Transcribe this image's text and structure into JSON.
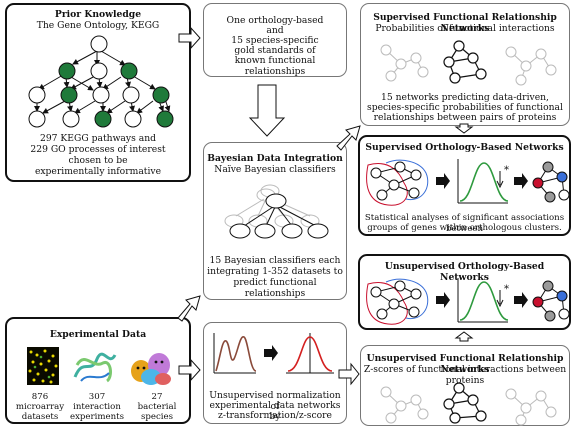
{
  "prior": {
    "title": "Prior Knowledge",
    "subtitle": "The Gene Ontology, KEGG",
    "desc": [
      "297 KEGG pathways and",
      "229 GO processes of interest",
      "chosen to be",
      "experimentally informative"
    ]
  },
  "gold": {
    "lines": [
      "One orthology-based",
      "and",
      "15 species-specific",
      "gold standards of",
      "known functional relationships"
    ]
  },
  "bayes": {
    "title": "Bayesian Data Integration",
    "subtitle": "Naïve Bayesian classifiers",
    "desc": [
      "15 Bayesian classifiers each",
      "integrating 1-352 datasets to",
      "predict functional relationships"
    ]
  },
  "sup_frn": {
    "title": "Supervised Functional Relationship Networks",
    "subtitle": "Probabilities of functional interactions",
    "desc": [
      "15 networks predicting data-driven,",
      "species-specific probabilities of functional",
      "relationships between pairs of proteins"
    ]
  },
  "sup_obn": {
    "title": "Supervised Orthology-Based Networks",
    "desc": [
      "Statistical analyses of significant associations between",
      "groups of genes within orthologous clusters."
    ],
    "star": "*"
  },
  "unsup_obn": {
    "title": "Unsupervised Orthology-Based Networks",
    "star": "*"
  },
  "exp": {
    "title": "Experimental Data",
    "items": [
      {
        "count": "876",
        "label1": "microarray",
        "label2": "datasets"
      },
      {
        "count": "307",
        "label1": "interaction",
        "label2": "experiments"
      },
      {
        "count": "27",
        "label1": "bacterial",
        "label2": "species"
      }
    ]
  },
  "norm": {
    "desc": [
      "Unsupervised normalization of",
      "experimental data networks by",
      "z-transformation/z-score"
    ]
  },
  "unsup_frn": {
    "title": "Unsupervised Functional Relationship Networks",
    "subtitle": "Z-scores of functional interactions between proteins"
  },
  "colors": {
    "go_green": "#1f7a3a",
    "node_red": "#c8102e",
    "node_blue": "#3a6fd8",
    "node_gray": "#9a9a9a",
    "curve_green": "#2e9a3e",
    "curve_red": "#d42020",
    "curve_brown": "#8a4a3a"
  }
}
